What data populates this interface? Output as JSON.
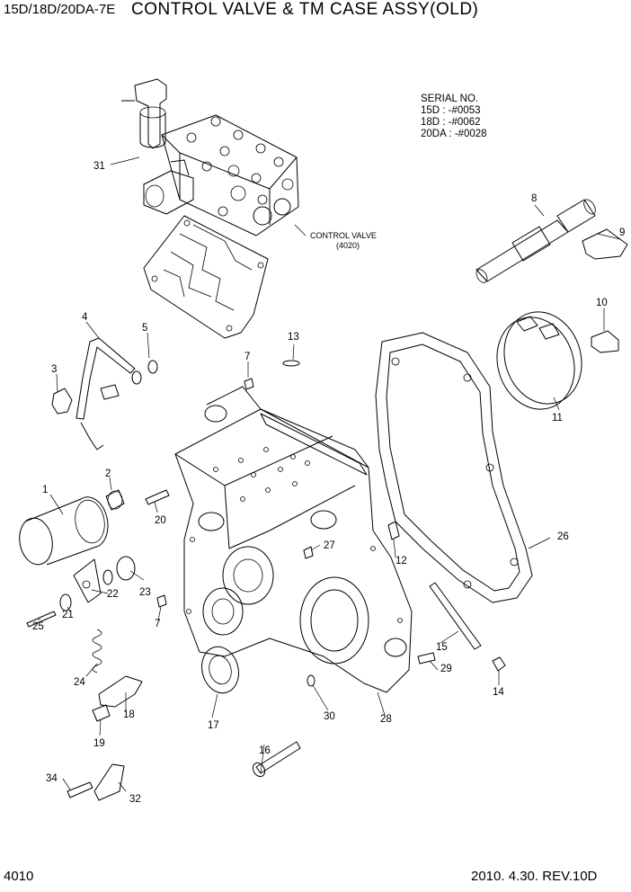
{
  "header": {
    "model": "15D/18D/20DA-7E",
    "title": "CONTROL VALVE & TM CASE ASSY(OLD)"
  },
  "serial": {
    "heading": "SERIAL NO.",
    "lines": [
      "15D : -#0053",
      "18D : -#0062",
      "20DA : -#0028"
    ]
  },
  "control_valve": {
    "label": "CONTROL VALVE",
    "code": "(4020)"
  },
  "callouts": {
    "c1": "1",
    "c2": "2",
    "c3": "3",
    "c4": "4",
    "c5": "5",
    "c7a": "7",
    "c7b": "7",
    "c8": "8",
    "c9": "9",
    "c10": "10",
    "c11": "11",
    "c12": "12",
    "c13": "13",
    "c14": "14",
    "c15": "15",
    "c16": "16",
    "c17": "17",
    "c18": "18",
    "c19": "19",
    "c20": "20",
    "c21": "21",
    "c22": "22",
    "c23": "23",
    "c24": "24",
    "c25": "25",
    "c26": "26",
    "c27": "27",
    "c28": "28",
    "c29": "29",
    "c30": "30",
    "c31": "31",
    "c32": "32",
    "c34": "34"
  },
  "footer": {
    "page": "4010",
    "date": "2010. 4.30.  REV.10D"
  }
}
